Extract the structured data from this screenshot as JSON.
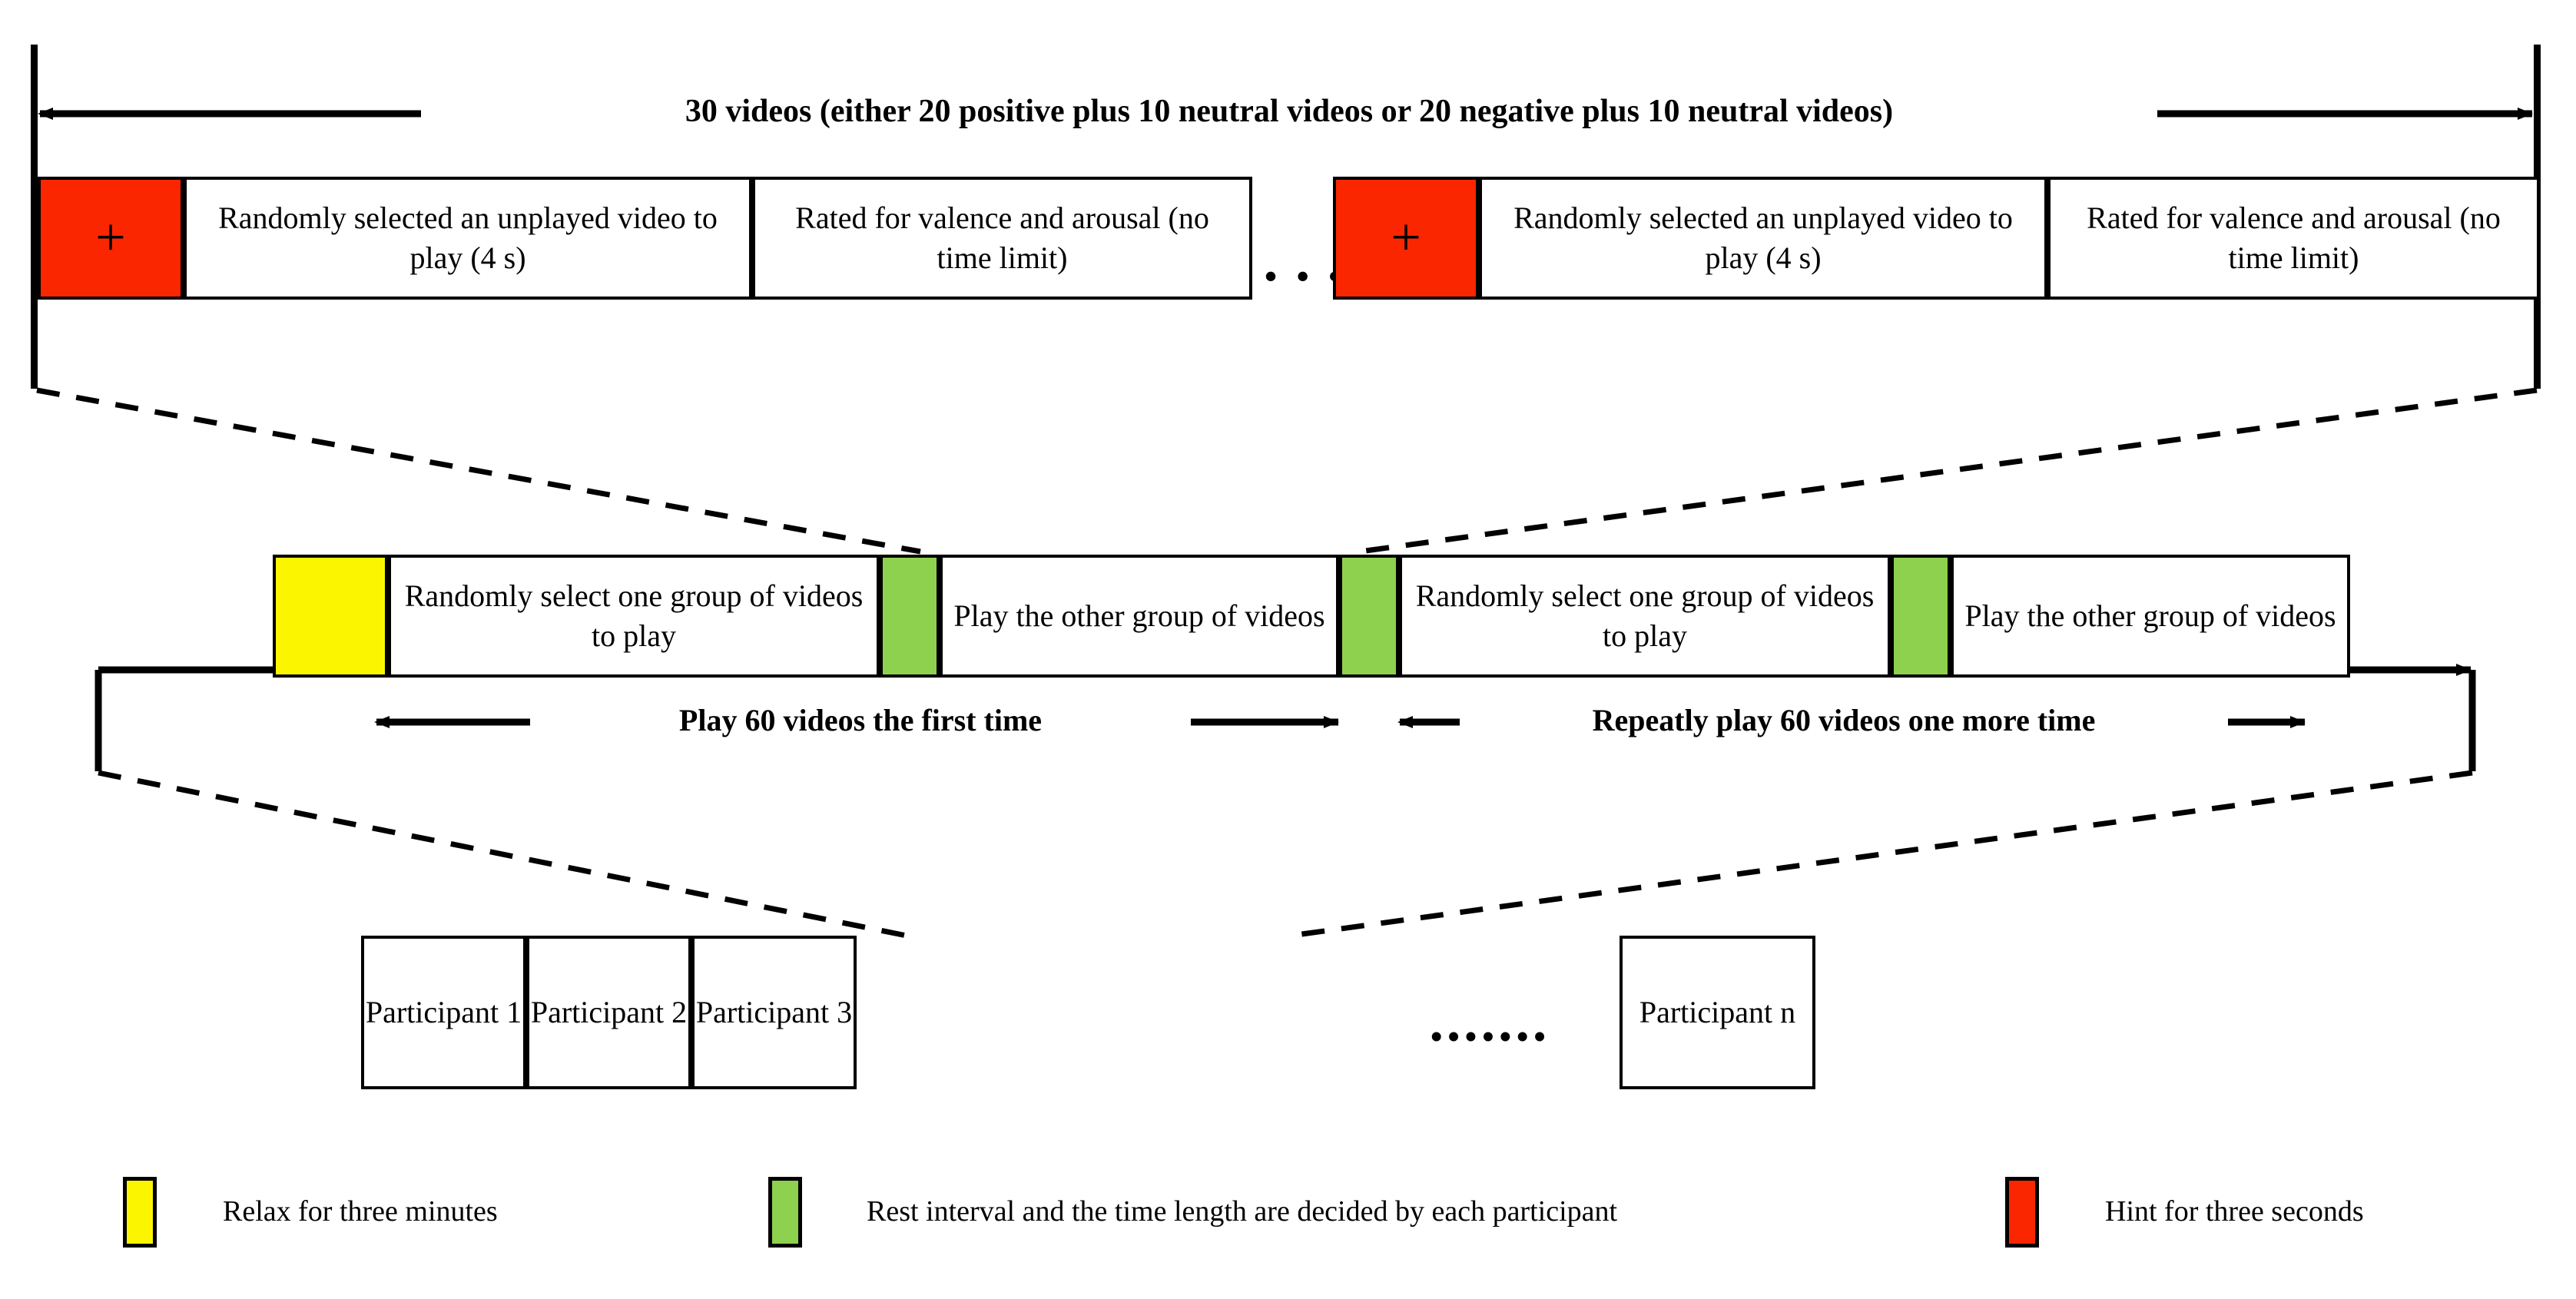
{
  "figure": {
    "title": "Experimental protocol for emotional video viewing and rating",
    "colors": {
      "hint_red": "#fa2600",
      "rest_green": "#8dd14f",
      "relax_yellow": "#fbf500",
      "line_black": "#000000",
      "background": "#ffffff"
    }
  },
  "trial_level": {
    "span_label": "30 videos (either 20 positive plus 10 neutral videos or 20 negative plus 10 neutral videos)",
    "ellipsis": "• • • •",
    "blocks": [
      {
        "hint": {
          "glyph": "+",
          "name": "fixation-cross"
        },
        "play": "Randomly selected an unplayed video to play (4 s)",
        "rate": "Rated for valence and arousal (no time limit)"
      },
      {
        "hint": {
          "glyph": "+",
          "name": "fixation-cross"
        },
        "play": "Randomly selected an unplayed video to play (4 s)",
        "rate": "Rated for valence and arousal (no time limit)"
      }
    ]
  },
  "session_level": {
    "relax": "",
    "segments": [
      "Randomly select one group of videos to play",
      "Play the other group of videos",
      "Randomly select one group of videos to play",
      "Play the other group of videos"
    ],
    "span_labels": [
      "Play 60 videos the first time",
      "Repeatly play 60 videos one more time"
    ]
  },
  "participant_level": {
    "participants": [
      "Participant 1",
      "Participant 2",
      "Participant 3",
      "Participant n"
    ],
    "ellipsis": "•••••••"
  },
  "legend": [
    {
      "color_name": "relax-yellow",
      "label": "Relax for three minutes"
    },
    {
      "color_name": "rest-green",
      "label": "Rest interval and the time length are decided by each participant"
    },
    {
      "color_name": "hint-red",
      "label": "Hint for three seconds"
    }
  ]
}
